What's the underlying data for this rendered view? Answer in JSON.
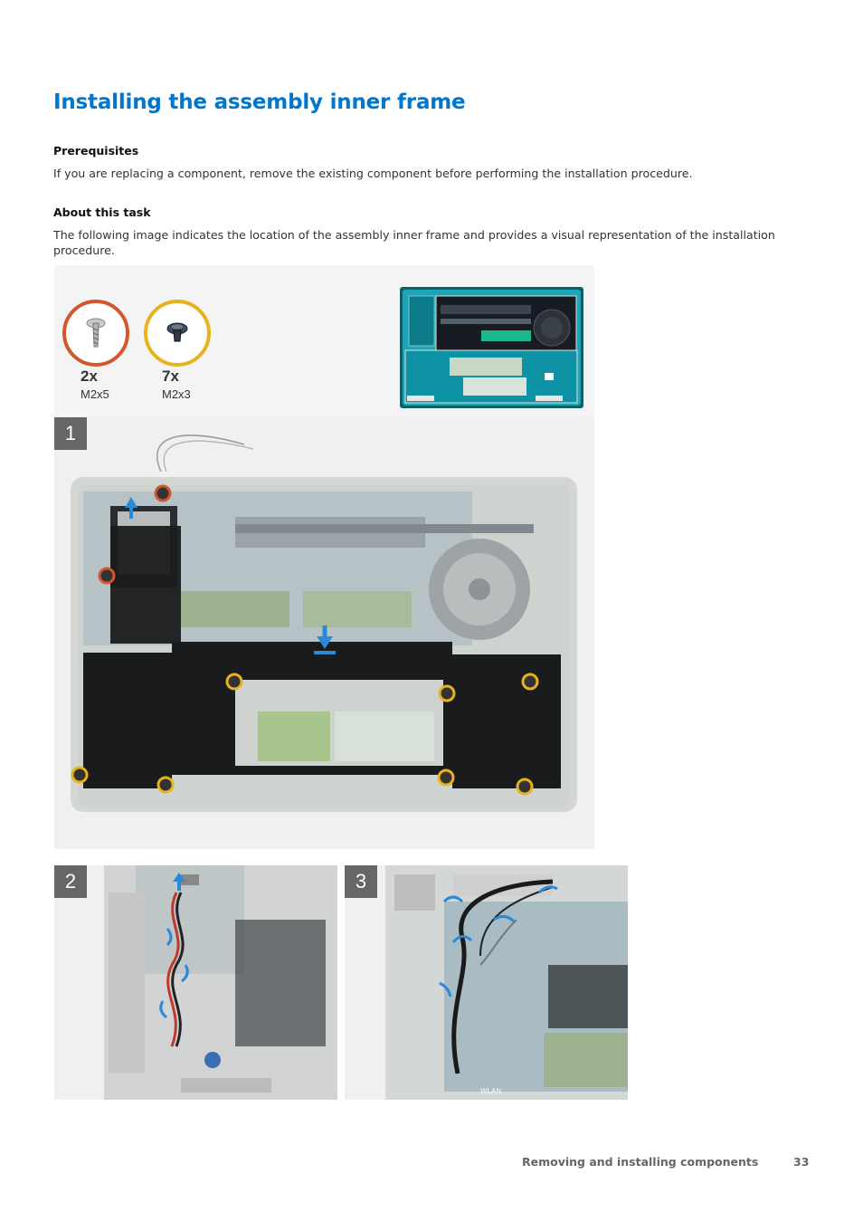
{
  "title": "Installing the assembly inner frame",
  "prerequisites": {
    "heading": "Prerequisites",
    "text": "If you are replacing a component, remove the existing component before performing the installation procedure."
  },
  "about": {
    "heading": "About this task",
    "text": "The following image indicates the location of the assembly inner frame and provides a visual representation of the installation procedure."
  },
  "figure": {
    "screws": [
      {
        "quantity": "2x",
        "size": "M2x5",
        "ring_color": "#d2562e"
      },
      {
        "quantity": "7x",
        "size": "M2x3",
        "ring_color": "#e8b21f"
      }
    ],
    "steps": [
      "1",
      "2",
      "3"
    ],
    "board_labels": {
      "wlan": "WLAN"
    },
    "arrow_color": "#2a8ad8"
  },
  "footer": {
    "section": "Removing and installing components",
    "page_number": "33"
  }
}
